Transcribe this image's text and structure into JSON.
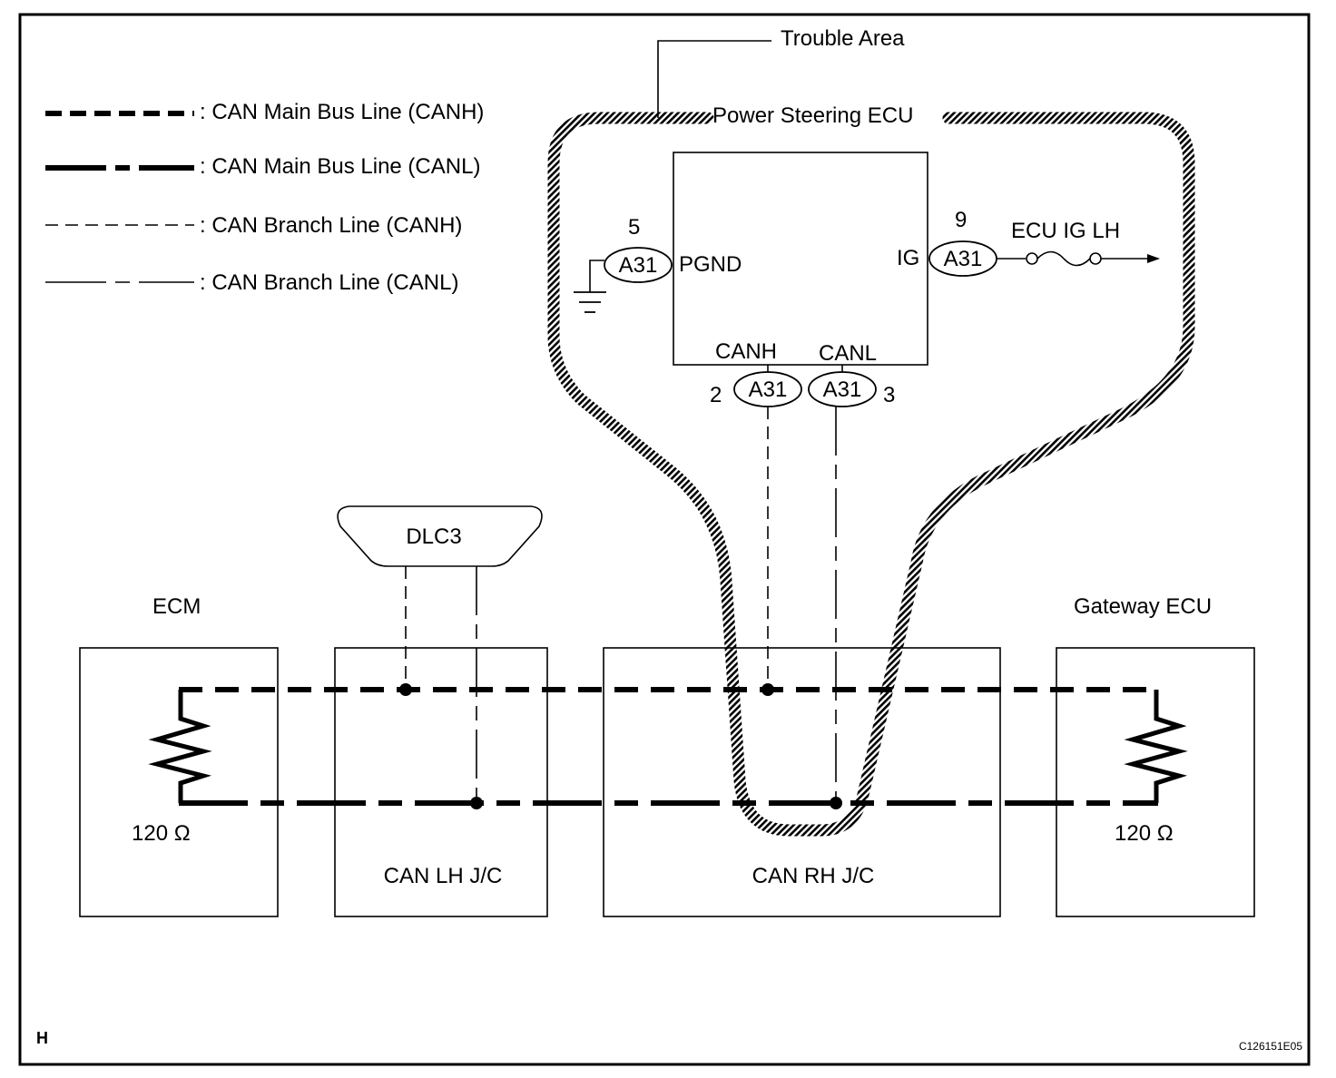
{
  "legend": {
    "items": [
      {
        "style": "main-canh",
        "label": ": CAN Main Bus Line (CANH)"
      },
      {
        "style": "main-canl",
        "label": ": CAN Main Bus Line (CANL)"
      },
      {
        "style": "branch-canh",
        "label": ": CAN Branch Line (CANH)"
      },
      {
        "style": "branch-canl",
        "label": ": CAN Branch Line (CANL)"
      }
    ]
  },
  "trouble_area": {
    "label": "Trouble Area",
    "ecu_label": "Power Steering ECU"
  },
  "power_steering_ecu": {
    "pins": {
      "pgnd": {
        "number": "5",
        "connector": "A31",
        "name": "PGND"
      },
      "ig": {
        "number": "9",
        "connector": "A31",
        "name": "IG"
      },
      "canh": {
        "number": "2",
        "connector": "A31",
        "name": "CANH"
      },
      "canl": {
        "number": "3",
        "connector": "A31",
        "name": "CANL"
      }
    },
    "ig_source": "ECU IG LH"
  },
  "dlc3": {
    "label": "DLC3"
  },
  "components": {
    "ecm": {
      "label": "ECM",
      "resistor": "120 Ω"
    },
    "can_lh_jc": {
      "label": "CAN LH J/C"
    },
    "can_rh_jc": {
      "label": "CAN RH J/C"
    },
    "gateway_ecu": {
      "label": "Gateway ECU",
      "resistor": "120 Ω"
    }
  },
  "footer": {
    "page_mark": "H",
    "figure_code": "C126151E05"
  }
}
